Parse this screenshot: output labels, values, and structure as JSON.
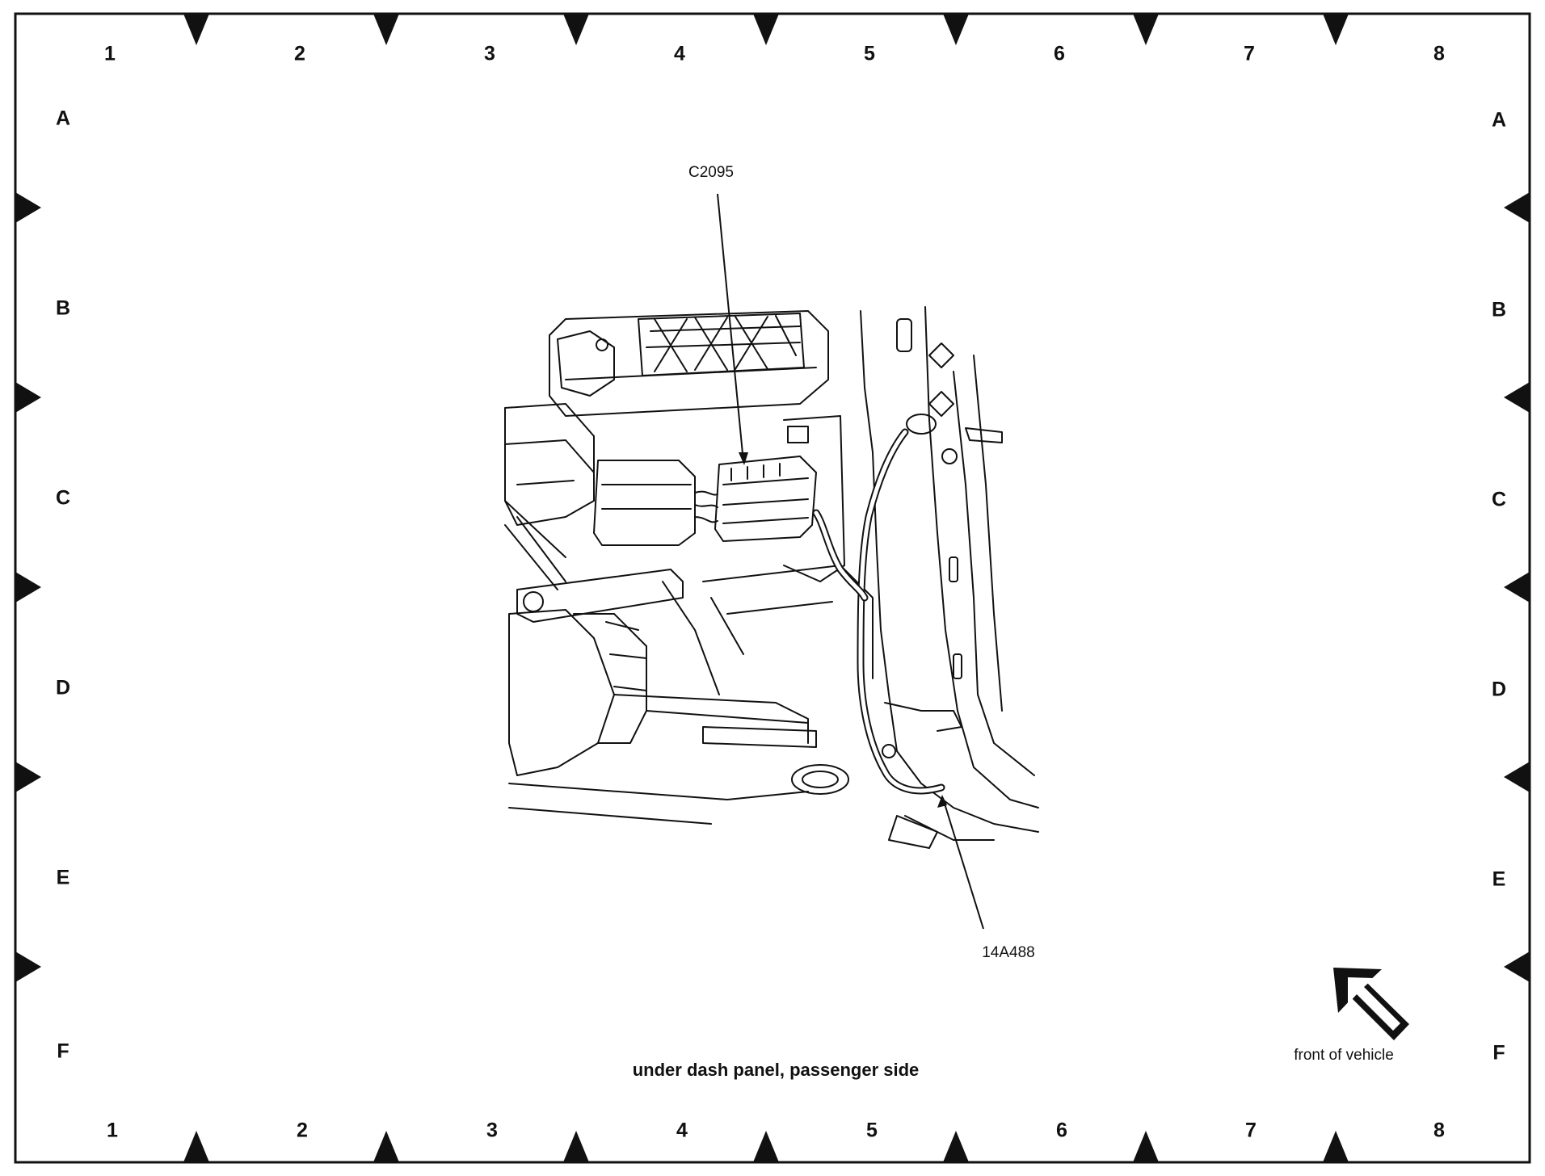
{
  "grid": {
    "columns_top": [
      "1",
      "2",
      "3",
      "4",
      "5",
      "6",
      "7",
      "8"
    ],
    "columns_bottom": [
      "1",
      "2",
      "3",
      "4",
      "5",
      "6",
      "7",
      "8"
    ],
    "rows_left": [
      "A",
      "B",
      "C",
      "D",
      "E",
      "F"
    ],
    "rows_right": [
      "A",
      "B",
      "C",
      "D",
      "E",
      "F"
    ]
  },
  "callouts": {
    "connector": "C2095",
    "harness": "14A488"
  },
  "caption": "under dash panel, passenger side",
  "orientation": {
    "label": "front of vehicle",
    "icon": "arrow-icon"
  },
  "colors": {
    "ink": "#111111",
    "background": "#ffffff"
  }
}
